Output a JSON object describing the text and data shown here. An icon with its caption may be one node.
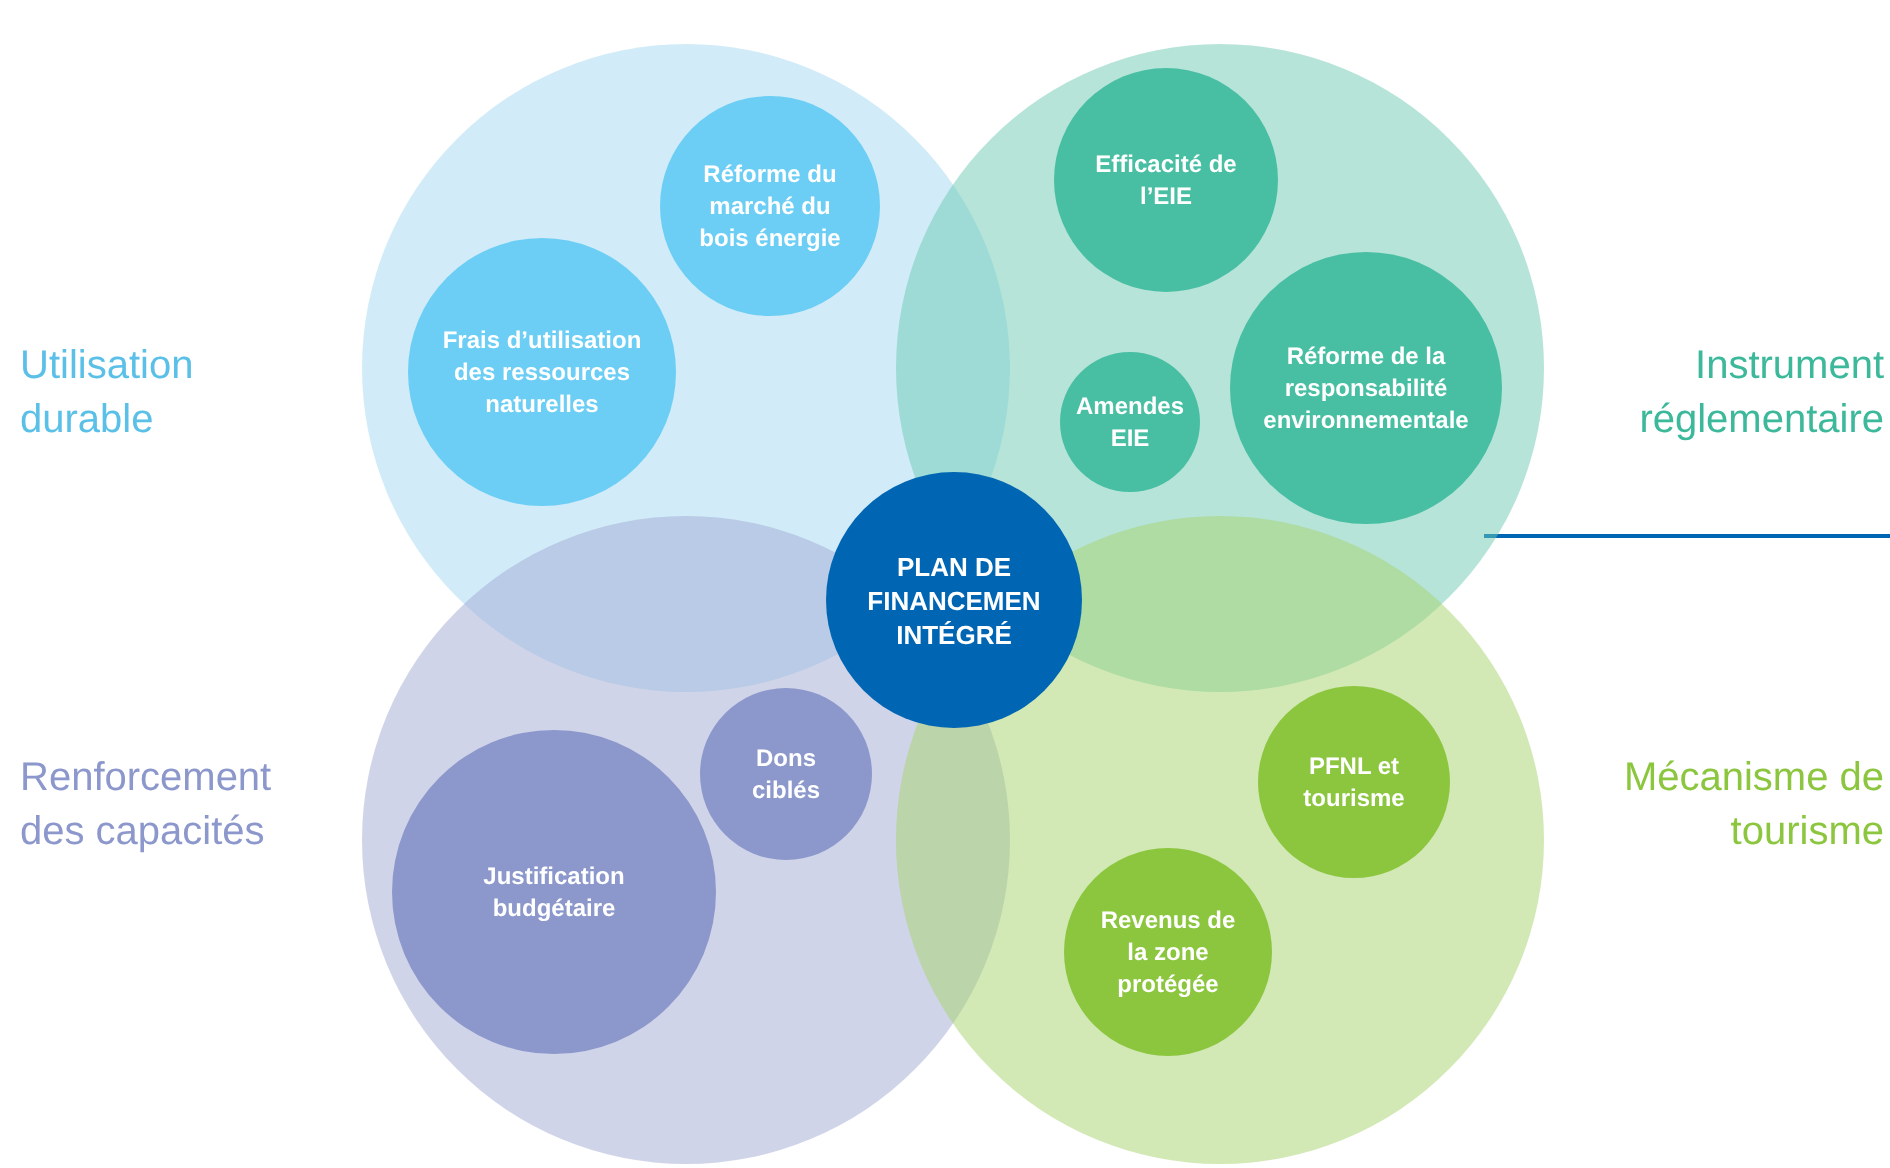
{
  "diagram": {
    "nodes": [
      {
        "text": [
          "Utilisation durable"
        ]
      },
      {
        "text": [
          "Réforme du marché du bois énergie"
        ],
        "in": 0
      },
      {
        "text": [
          "Frais d’utilisation des ressources naturelles"
        ],
        "in": 0
      },
      {
        "text": [
          "Instrument réglementaire"
        ]
      },
      {
        "text": [
          "Efficacité de l’EIE"
        ],
        "in": 3
      },
      {
        "text": [
          "Amendes EIE"
        ],
        "in": 3
      },
      {
        "text": [
          "Réforme de la responsabilité environnementale"
        ],
        "in": 3
      },
      {
        "text": [
          "PLAN DE FINANCEMEN INTÉGRÉ"
        ]
      },
      {
        "text": [
          "Renforcement des capacités"
        ]
      },
      {
        "text": [
          "Dons ciblés"
        ],
        "in": 8
      },
      {
        "text": [
          "Justification budgétaire"
        ],
        "in": 8
      },
      {
        "text": [
          "Mécanisme de tourisme"
        ]
      },
      {
        "text": [
          "PFNL et tourisme"
        ],
        "in": 11
      },
      {
        "text": [
          "Revenus de la zone protégée"
        ],
        "in": 11
      }
    ]
  }
}
